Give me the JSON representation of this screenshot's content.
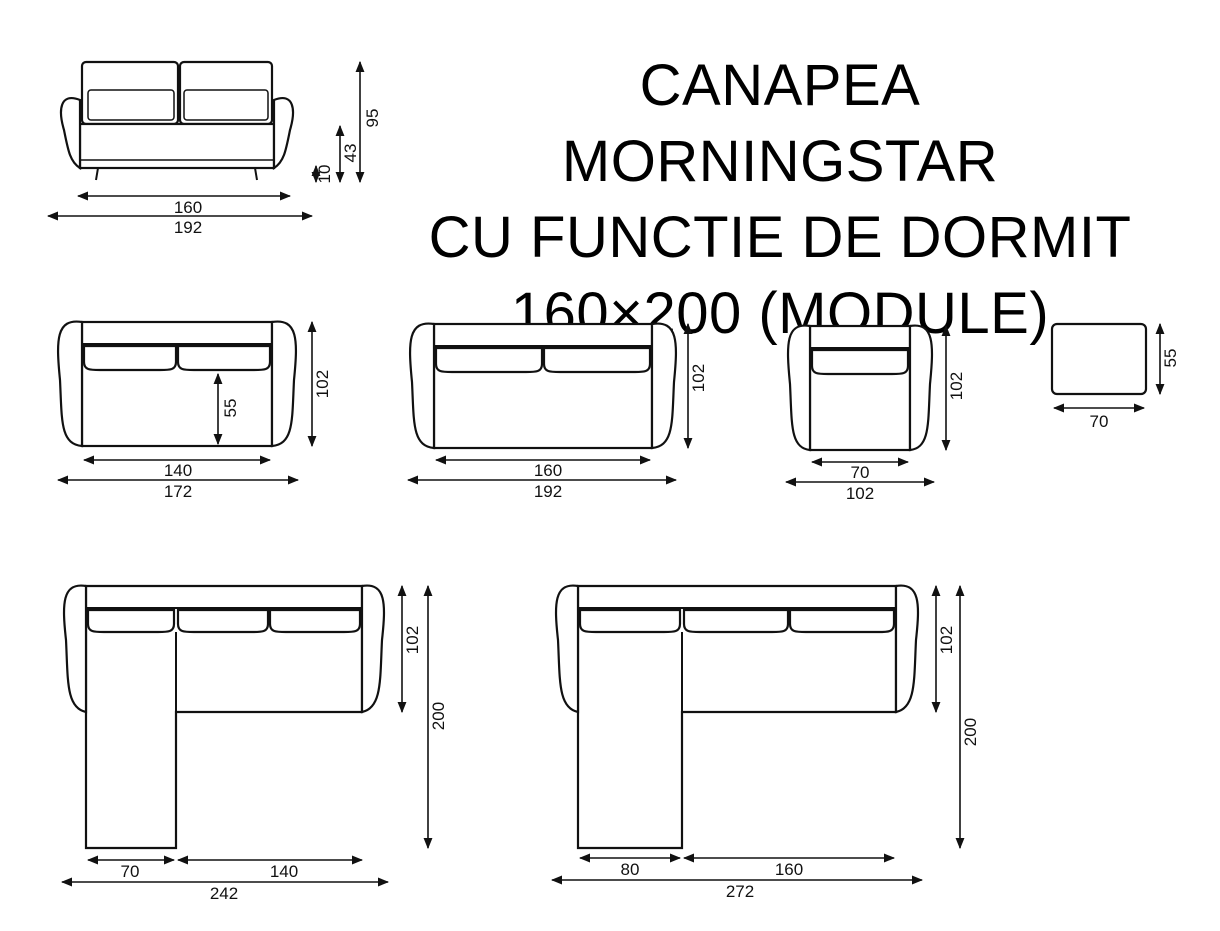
{
  "title": {
    "line1": "CANAPEA MORNINGSTAR",
    "line2": "CU FUNCTIE DE DORMIT",
    "line3": "160×200 (MODULE)"
  },
  "front_view": {
    "inner_width": "160",
    "outer_width": "192",
    "height": "95",
    "seat_height": "43",
    "leg_height": "10"
  },
  "module_140": {
    "inner_width": "140",
    "outer_width": "172",
    "depth": "102",
    "seat_depth": "55"
  },
  "module_160": {
    "inner_width": "160",
    "outer_width": "192",
    "depth": "102"
  },
  "module_armchair": {
    "inner_width": "70",
    "outer_width": "102",
    "depth": "102"
  },
  "module_pouf": {
    "width": "70",
    "depth": "55"
  },
  "corner_242": {
    "chaise_width": "70",
    "seat_width": "140",
    "total_width": "242",
    "depth": "102",
    "total_depth": "200"
  },
  "corner_272": {
    "chaise_width": "80",
    "seat_width": "160",
    "total_width": "272",
    "depth": "102",
    "total_depth": "200"
  }
}
